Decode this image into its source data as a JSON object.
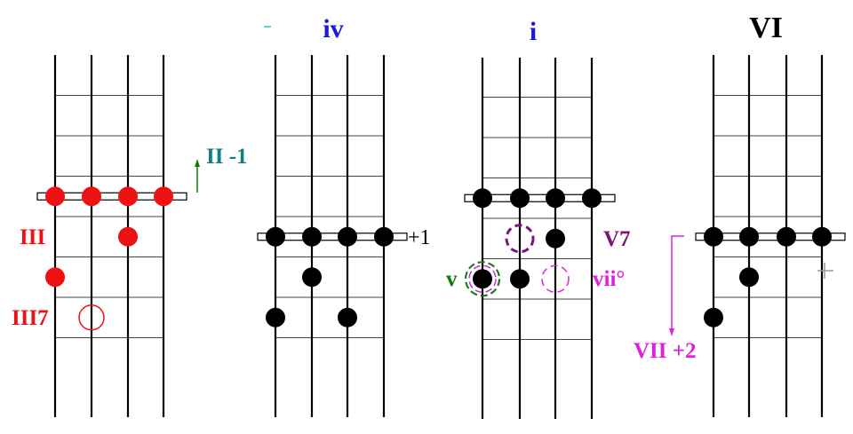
{
  "colors": {
    "red": "#ee1111",
    "black": "#000000",
    "blue": "#1a1ad8",
    "teal": "#0f8080",
    "green": "#0c7a0c",
    "purple": "#7a1475",
    "magenta": "#e020e0",
    "gray": "#999999"
  },
  "diagrams": [
    {
      "title": "",
      "barre_fret": 4,
      "barre_color": "red",
      "dots": [
        {
          "string": 1,
          "fret": 5,
          "color": "red",
          "style": "filled",
          "skip": true
        },
        {
          "string": 3,
          "fret": 5,
          "color": "red",
          "style": "filled"
        },
        {
          "string": 1,
          "fret": 6,
          "color": "red",
          "style": "filled"
        },
        {
          "string": 2,
          "fret": 7,
          "color": "red",
          "style": "open"
        }
      ],
      "labels": [
        {
          "text": "III",
          "color": "red"
        },
        {
          "text": "III7",
          "color": "red"
        },
        {
          "text": "II -1",
          "color": "teal"
        }
      ]
    },
    {
      "title": "iv",
      "title_color": "blue",
      "barre_fret": 5,
      "barre_color": "black",
      "dots": [
        {
          "string": 2,
          "fret": 6,
          "color": "black",
          "style": "filled"
        },
        {
          "string": 1,
          "fret": 7,
          "color": "black",
          "style": "filled"
        },
        {
          "string": 3,
          "fret": 7,
          "color": "black",
          "style": "filled"
        }
      ],
      "labels": [
        {
          "text": "+1",
          "color": "black"
        }
      ]
    },
    {
      "title": "i",
      "title_color": "blue",
      "barre_fret": 4,
      "barre_color": "black",
      "dots": [
        {
          "string": 2,
          "fret": 5,
          "color": "purple",
          "style": "dashed"
        },
        {
          "string": 3,
          "fret": 5,
          "color": "black",
          "style": "filled"
        },
        {
          "string": 1,
          "fret": 6,
          "color": "black",
          "style": "filled"
        },
        {
          "string": 1,
          "fret": 6,
          "color": "green",
          "style": "dashed-outer"
        },
        {
          "string": 1,
          "fret": 6,
          "color": "magenta",
          "style": "dashed-inner"
        },
        {
          "string": 2,
          "fret": 6,
          "color": "black",
          "style": "filled"
        },
        {
          "string": 3,
          "fret": 6,
          "color": "magenta",
          "style": "dashed"
        }
      ],
      "labels": [
        {
          "text": "V7",
          "color": "purple"
        },
        {
          "text": "v",
          "color": "green"
        },
        {
          "text": "vii°",
          "color": "magenta"
        }
      ]
    },
    {
      "title": "VI",
      "title_color": "black",
      "barre_fret": 5,
      "barre_color": "black",
      "dots": [
        {
          "string": 2,
          "fret": 6,
          "color": "black",
          "style": "filled"
        },
        {
          "string": 1,
          "fret": 7,
          "color": "black",
          "style": "filled"
        }
      ],
      "labels": [
        {
          "text": "VII +2",
          "color": "magenta"
        }
      ]
    }
  ]
}
